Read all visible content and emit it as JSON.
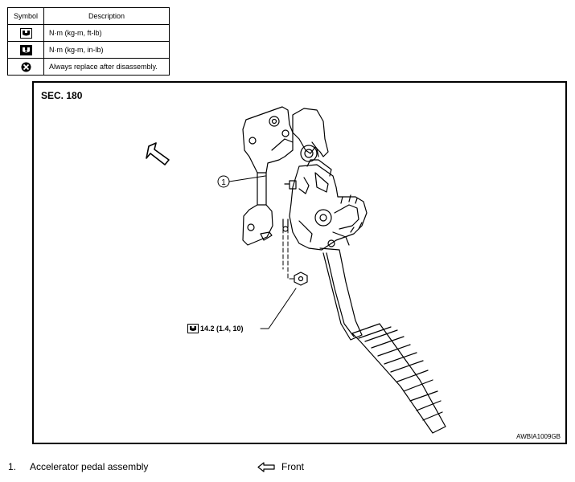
{
  "legend": {
    "header_symbol": "Symbol",
    "header_description": "Description",
    "rows": [
      {
        "icon": "torque-wrench-ft-lb-icon",
        "description": "N·m (kg-m, ft-lb)"
      },
      {
        "icon": "torque-wrench-in-lb-icon",
        "description": "N·m (kg-m, in-lb)"
      },
      {
        "icon": "always-replace-icon",
        "description": "Always replace after disassembly."
      }
    ]
  },
  "diagram": {
    "section": "SEC. 180",
    "callout_1": "1",
    "torque_value": "14.2 (1.4, 10)",
    "figure_code": "AWBIA1009GB"
  },
  "footer": {
    "item_number": "1.",
    "item_name": "Accelerator pedal assembly",
    "front_label": "Front"
  }
}
